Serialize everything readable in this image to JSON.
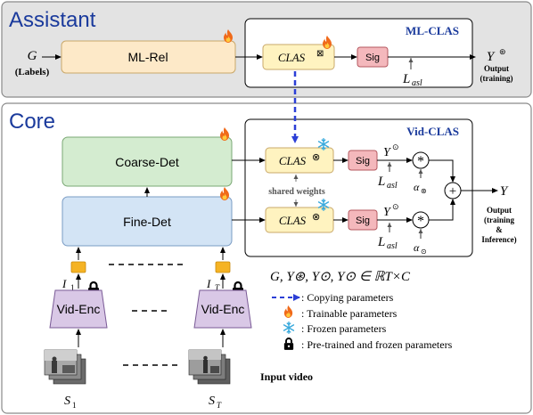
{
  "sections": {
    "assistant_title": "Assistant",
    "core_title": "Core"
  },
  "panels": {
    "ml_clas_title": "ML-CLAS",
    "vid_clas_title": "Vid-CLAS"
  },
  "assistant": {
    "input_symbol": "G",
    "input_note": "(Labels)",
    "mlrel_label": "ML-Rel",
    "clas_label": "CLAS",
    "clas_sup": "⊠",
    "sig_label": "Sig",
    "loss_label": "L",
    "loss_sub": "asl",
    "output_symbol": "Y",
    "output_sup": "⊛",
    "output_note_1": "Output",
    "output_note_2": "(training)"
  },
  "core": {
    "coarse_label": "Coarse-Det",
    "fine_label": "Fine-Det",
    "shared_weights": "shared weights",
    "clas_label": "CLAS",
    "clas_sup": "⊗",
    "sig_label": "Sig",
    "y_top_symbol": "Y",
    "y_top_sup": "⊙",
    "y_bot_symbol": "Y",
    "y_bot_sup": "⊙",
    "loss_label": "L",
    "loss_sub": "asl",
    "alpha_top": "α",
    "alpha_top_sub": "⊛",
    "alpha_bot": "α",
    "alpha_bot_sub": "⊙",
    "mult": "*",
    "plus": "+",
    "final_symbol": "Y",
    "final_note_1": "Output",
    "final_note_2": "(training",
    "final_note_3": "&",
    "final_note_4": "Inference)",
    "formula": "G, Y⊛, Y⊙, Y⊙ ∈ ℝT×C"
  },
  "encoders": {
    "enc_left_label": "Vid-Enc",
    "enc_right_label": "Vid-Enc",
    "feat_left_symbol": "I",
    "feat_left_sub": "1",
    "feat_right_symbol": "I",
    "feat_right_sub": "T",
    "clip_left_symbol": "S",
    "clip_left_sub": "1",
    "clip_right_symbol": "S",
    "clip_right_sub": "T",
    "input_video": "Input video"
  },
  "legend": {
    "copy": ": Copying parameters",
    "trainable": ": Trainable parameters",
    "frozen": ": Frozen parameters",
    "pretrained": ": Pre-trained and frozen parameters"
  },
  "colors": {
    "assistant_bg": "#e3e3e3",
    "title_blue": "#1a3a9c",
    "mlrel_fill": "#fde9c8",
    "clas_fill": "#fff3c0",
    "sig_fill": "#f4b8bc",
    "coarse_fill": "#d4ecd0",
    "fine_fill": "#d3e4f5",
    "enc_fill": "#d9c8e6",
    "feat_fill": "#f5b324",
    "copy_arrow": "#2c3fd6",
    "flame": "#f06a1a",
    "snow": "#38a9dc"
  }
}
